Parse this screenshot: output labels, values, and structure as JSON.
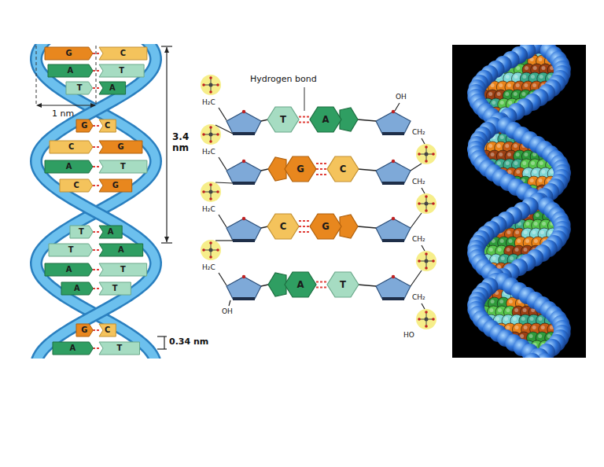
{
  "diagram": {
    "nodes": [
      {
        "text": [
          "G"
        ]
      },
      {
        "text": [
          "C"
        ]
      },
      {
        "text": [
          "A"
        ]
      },
      {
        "text": [
          "T"
        ]
      },
      {
        "text": [
          "T"
        ]
      },
      {
        "text": [
          "A"
        ]
      },
      {
        "text": [
          "G"
        ]
      },
      {
        "text": [
          "C"
        ]
      },
      {
        "text": [
          "C"
        ]
      },
      {
        "text": [
          "G"
        ]
      },
      {
        "text": [
          "A"
        ]
      },
      {
        "text": [
          "T"
        ]
      },
      {
        "text": [
          "C"
        ]
      },
      {
        "text": [
          "G"
        ]
      },
      {
        "text": [
          "T"
        ]
      },
      {
        "text": [
          "A"
        ]
      },
      {
        "text": [
          "T"
        ]
      },
      {
        "text": [
          "A"
        ]
      },
      {
        "text": [
          "A"
        ]
      },
      {
        "text": [
          "T"
        ]
      },
      {
        "text": [
          "A"
        ]
      },
      {
        "text": [
          "T"
        ]
      },
      {
        "text": [
          "G"
        ]
      },
      {
        "text": [
          "C"
        ]
      },
      {
        "text": [
          "A"
        ]
      },
      {
        "text": [
          "T"
        ]
      },
      {
        "text": [
          "T"
        ]
      },
      {
        "text": [
          "A"
        ]
      },
      {
        "text": [
          "G"
        ]
      },
      {
        "text": [
          "C"
        ]
      },
      {
        "text": [
          "C"
        ]
      },
      {
        "text": [
          "G"
        ]
      },
      {
        "text": [
          "A"
        ]
      },
      {
        "text": [
          "T"
        ]
      }
    ],
    "edges": [
      {
        "from": 0,
        "to": 1,
        "arrow": "none"
      },
      {
        "from": 2,
        "to": 3,
        "arrow": "none"
      },
      {
        "from": 4,
        "to": 5,
        "arrow": "none"
      },
      {
        "from": 6,
        "to": 7,
        "arrow": "none"
      },
      {
        "from": 8,
        "to": 9,
        "arrow": "none"
      },
      {
        "from": 10,
        "to": 11,
        "arrow": "none"
      },
      {
        "from": 12,
        "to": 13,
        "arrow": "none"
      },
      {
        "from": 14,
        "to": 15,
        "arrow": "none"
      },
      {
        "from": 16,
        "to": 17,
        "arrow": "none"
      },
      {
        "from": 18,
        "to": 19,
        "arrow": "none"
      },
      {
        "from": 20,
        "to": 21,
        "arrow": "none"
      },
      {
        "from": 22,
        "to": 23,
        "arrow": "none"
      },
      {
        "from": 24,
        "to": 25,
        "arrow": "none"
      },
      {
        "from": 26,
        "to": 27,
        "arrow": "none"
      },
      {
        "from": 28,
        "to": 29,
        "arrow": "none"
      },
      {
        "from": 30,
        "to": 31,
        "arrow": "none"
      },
      {
        "from": 32,
        "to": 33,
        "arrow": "none"
      }
    ],
    "labels": [
      "1 nm",
      "3.4 nm",
      "0.34 nm",
      "Hydrogen bond",
      "OH",
      "H₂C",
      "H₂C",
      "H₂C",
      "H₂C",
      "CH₂",
      "CH₂",
      "CH₂",
      "CH₂",
      "OH",
      "HO"
    ]
  }
}
